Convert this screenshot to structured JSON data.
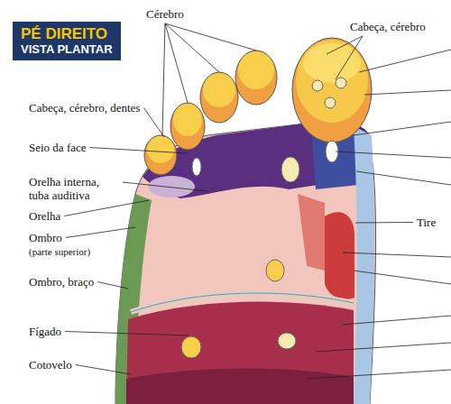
{
  "diagram": {
    "nodes": [
      {
        "text": [
          "PÉ DIREITO",
          "VISTA PLANTAR"
        ]
      }
    ],
    "labels": [
      "Cérebro",
      "Cabeça, cérebro",
      "Cabeça, cérebro, dentes",
      "Seio da face",
      "Orelha interna, tuba auditiva",
      "Orelha",
      "Ombro",
      "(parte superior)",
      "Ombro, braço",
      "Fígado",
      "Cotovelo",
      "Tire"
    ]
  }
}
